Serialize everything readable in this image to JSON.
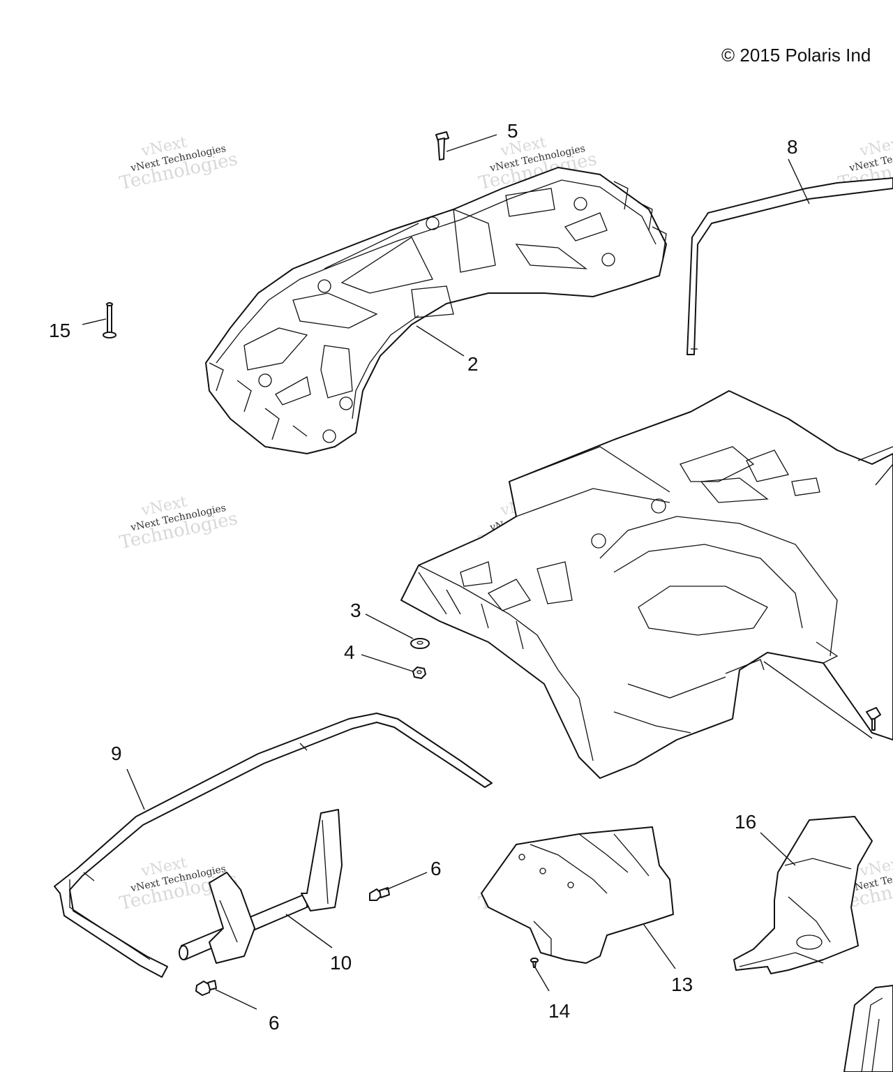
{
  "copyright": "© 2015 Polaris Ind",
  "watermark": {
    "line1": "vNext",
    "line2": "vNext Technologies",
    "line3": "Technologies",
    "color": "#d8d8d8"
  },
  "callouts": [
    "5",
    "8",
    "15",
    "2",
    "3",
    "4",
    "9",
    "6",
    "10",
    "13",
    "14",
    "16",
    "6"
  ],
  "colors": {
    "line": "#111111",
    "background": "#ffffff"
  }
}
